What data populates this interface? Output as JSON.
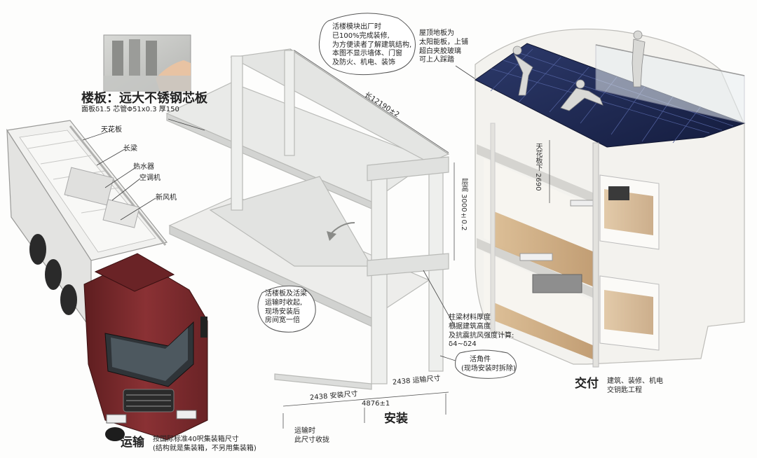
{
  "floor_panel": {
    "title": "楼板：远大不锈钢芯板",
    "spec": "面板δ1.5   芯管Φ51x0.3   厚150"
  },
  "truck_labels": {
    "ceiling": "天花板",
    "long_beam": "长梁",
    "water_heater": "热水器",
    "air_conditioner": "空调机",
    "fresh_air": "新风机"
  },
  "module_note": [
    "活楼模块出厂时",
    "已100%完成装修,",
    "为方便读者了解建筑结构,",
    "本图不显示墙体、门窗",
    "及防火、机电、装饰"
  ],
  "dimensions": {
    "length": "长12190±2",
    "floor_height": "层高 3000±0.2",
    "transport_size": "2438 运输尺寸",
    "install_size": "2438 安装尺寸",
    "total_width": "4876±1",
    "ceiling_height": "天花板下 2690"
  },
  "fold_note": [
    "活楼板及活梁",
    "运输时收起,",
    "现场安装后",
    "房间宽一倍"
  ],
  "column_note": [
    "柱梁材料厚度",
    "根据建筑高度",
    "及抗震抗风强度计算:",
    "δ4~δ24"
  ],
  "corner_note": [
    "活角件",
    "(现场安装时拆除)"
  ],
  "transport_fold_note": [
    "运输时",
    "此尺寸收拢"
  ],
  "roof_note": [
    "屋顶地板为",
    "太阳能板，上铺",
    "超白夹胶玻璃",
    "可上人踩踏"
  ],
  "stages": {
    "transport_title": "运输",
    "transport_desc": [
      "按国际标准40呎集装箱尺寸",
      "(结构就是集装箱，不另用集装箱)"
    ],
    "install_title": "安装",
    "delivery_title": "交付",
    "delivery_desc": [
      "建筑、装修、机电",
      "交钥匙工程"
    ]
  },
  "colors": {
    "truck_cab": "#7a2a2c",
    "solar_panel": "#1f2a55",
    "frame": "#e9eae8",
    "wood": "#c9a273"
  }
}
